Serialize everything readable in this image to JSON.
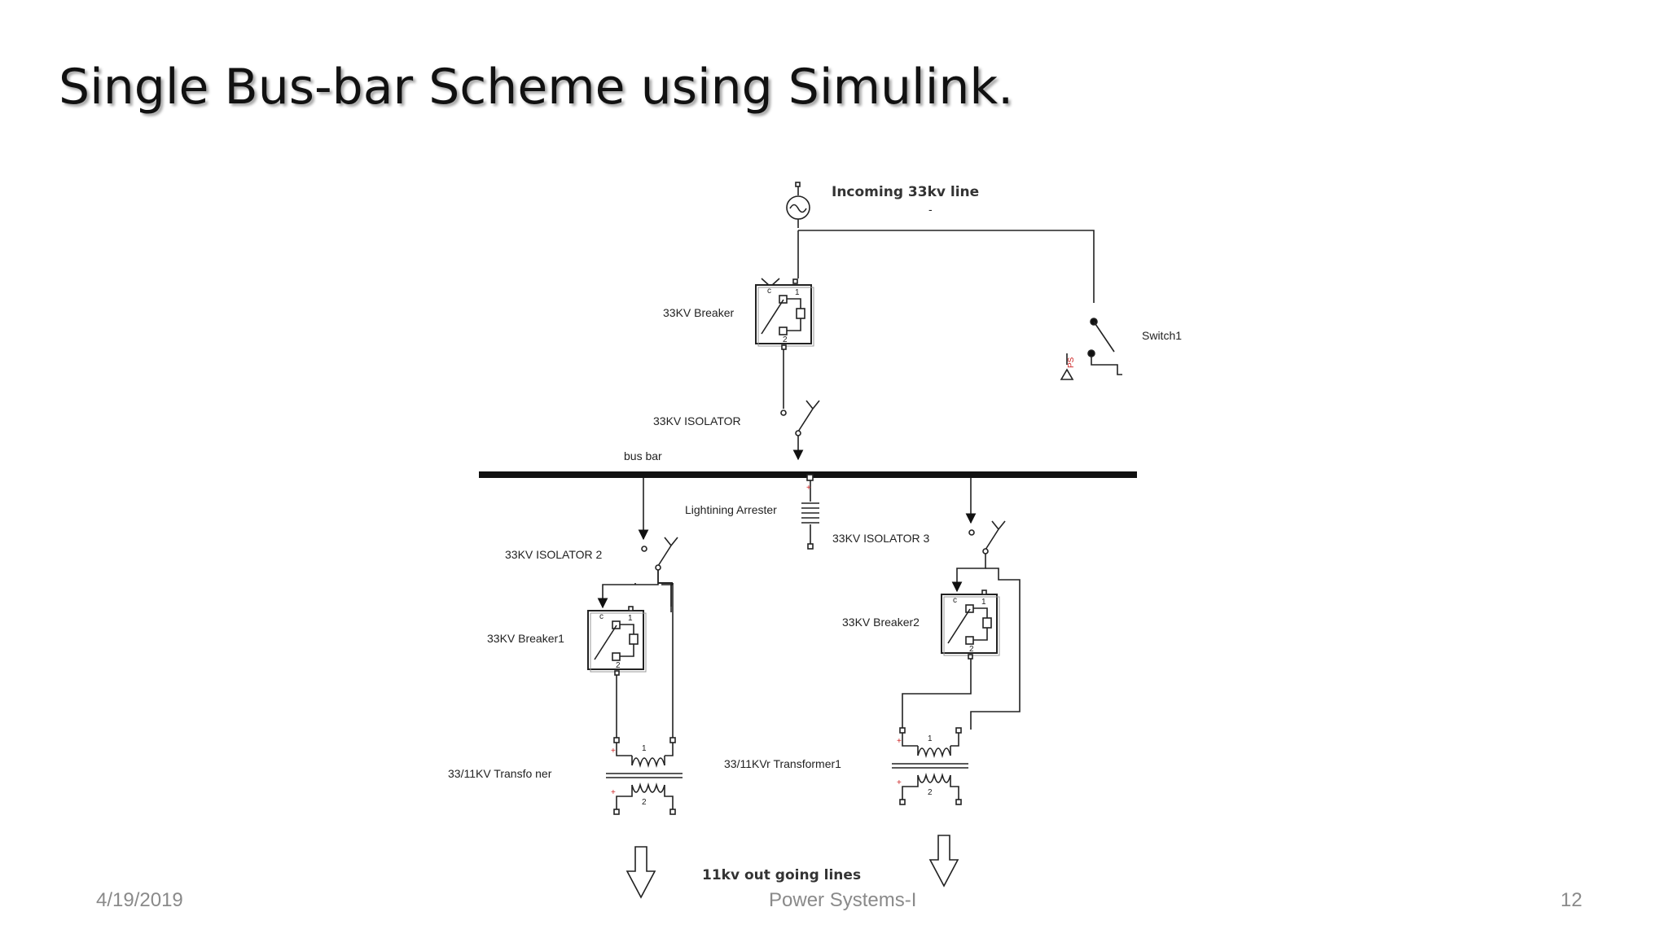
{
  "slide": {
    "title": "Single Bus-bar Scheme using Simulink."
  },
  "diagram": {
    "incoming_label": "Incoming 33kv line",
    "incoming_dash": "-",
    "breaker_main": "33KV Breaker",
    "switch1": "Switch1",
    "ps_label": "PS",
    "isolator_main": "33KV ISOLATOR",
    "bus_bar": "bus bar",
    "lightning_arrester": "Lightining Arrester",
    "isolator_2": "33KV ISOLATOR 2",
    "isolator_3": "33KV ISOLATOR 3",
    "breaker_1": "33KV Breaker1",
    "breaker_2": "33KV Breaker2",
    "transformer_left": "33/11KV Transfo   ner",
    "transformer_right": "33/11KVr Transformer1",
    "outgoing": "11kv out going lines",
    "port_c": "c",
    "port_1": "1",
    "port_2": "2",
    "plus": "+"
  },
  "footer": {
    "date": "4/19/2019",
    "course": "Power Systems-I",
    "page": "12"
  }
}
